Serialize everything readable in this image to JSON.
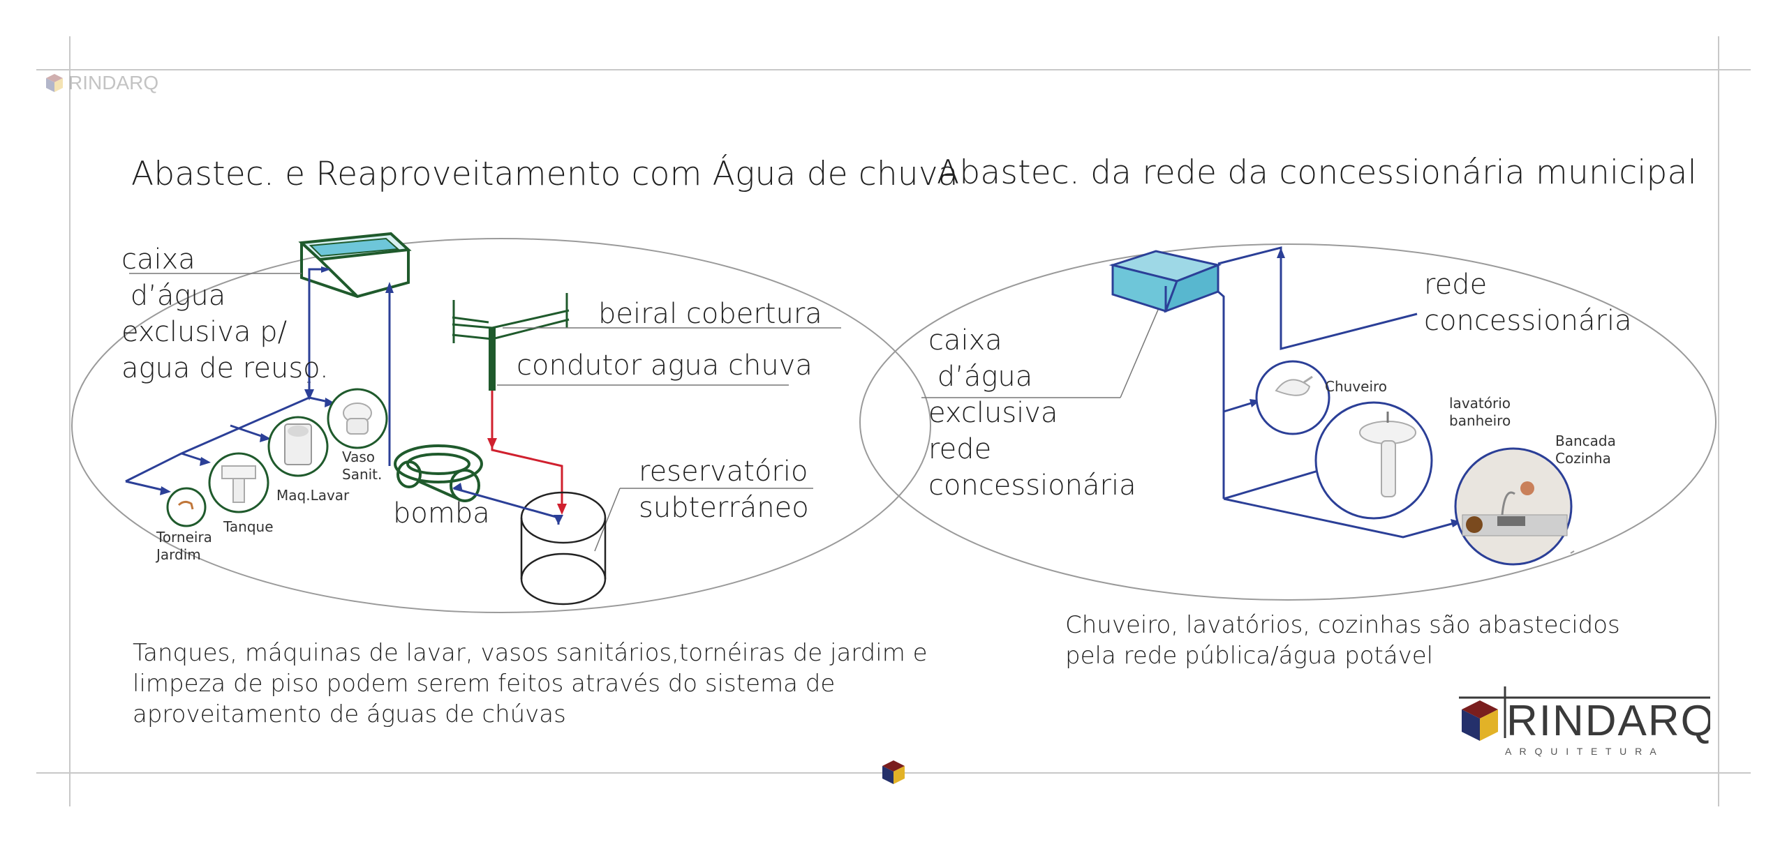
{
  "titles": {
    "left": "Abastec. e Reaproveitamento com Água de chuva",
    "right": "Abastec. da rede da concessionária municipal"
  },
  "left_diagram": {
    "caixa_lines": [
      "caixa",
      " d’água",
      "exclusiva p/",
      "agua de reuso."
    ],
    "beiral": "beiral cobertura",
    "condutor": "condutor agua chuva",
    "reservatorio_lines": [
      "reservatório",
      "subterráneo"
    ],
    "bomba": "bomba",
    "vaso_lines": [
      "Vaso",
      "Sanit."
    ],
    "maq_lavar": "Maq.Lavar",
    "tanque": "Tanque",
    "torneira_lines": [
      "Torneira",
      "Jardim"
    ]
  },
  "right_diagram": {
    "caixa_lines": [
      "caixa",
      " d’água",
      "exclusiva",
      "rede",
      "concessionária"
    ],
    "rede_lines": [
      "rede",
      "concessionária"
    ],
    "chuveiro": "Chuveiro",
    "lavatorio_lines": [
      "lavatório",
      "banheiro"
    ],
    "bancada_lines": [
      "Bancada",
      "Cozinha"
    ]
  },
  "captions": {
    "left": "Tanques, máquinas de lavar, vasos sanitários,tornéiras de jardim e limpeza de piso podem serem feitos através do sistema de aproveitamento de águas de chúvas",
    "right": "Chuveiro, lavatórios, cozinhas são abastecidos pela rede pública/água potável"
  },
  "logo": {
    "wordmark": "RINDARQ",
    "subtitle": "A R Q U I T E T U R A"
  },
  "colors": {
    "pipe_blue": "#2b3f97",
    "rain_red": "#d0202e",
    "equipment_green": "#1f5a2c",
    "tank_cyan": "#6ec6d9",
    "logo_red": "#7a1e1e",
    "logo_navy": "#24306b",
    "logo_gold": "#e2b227"
  }
}
